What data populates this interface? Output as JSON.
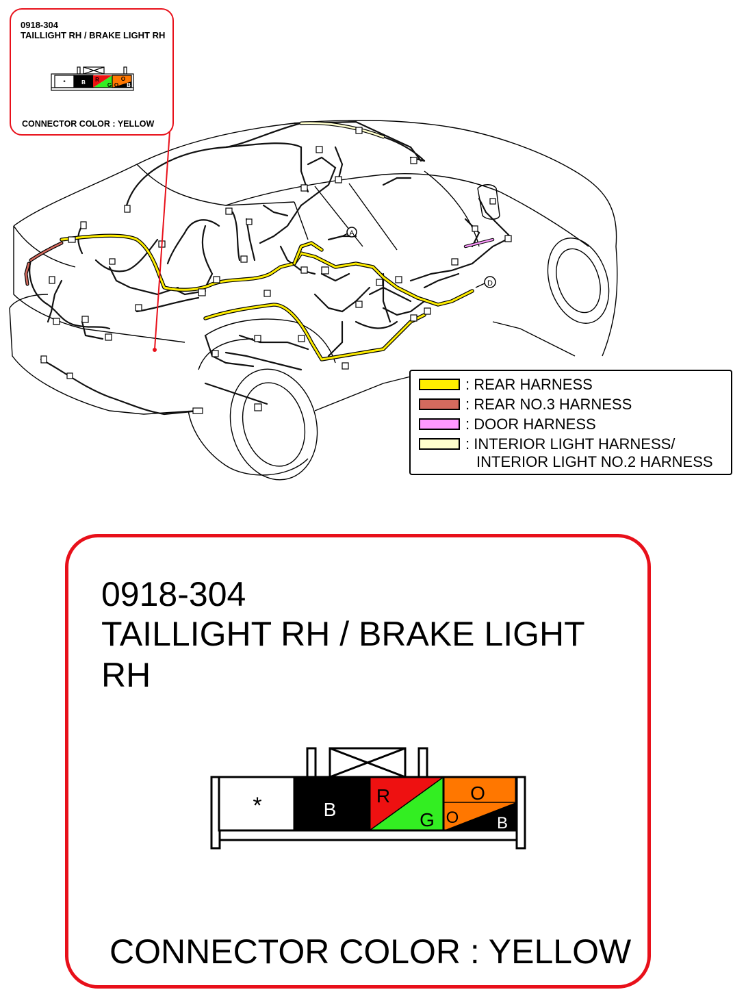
{
  "connector": {
    "code": "0918-304",
    "name": "TAILLIGHT RH / BRAKE LIGHT RH",
    "connector_color_label": "CONNECTOR COLOR : YELLOW",
    "pins": [
      {
        "label": "*",
        "fill": "#ffffff"
      },
      {
        "label": "B",
        "fill": "#000000"
      },
      {
        "label_top": "R",
        "label_bottom": "G",
        "fill_top": "#ee1111",
        "fill_bottom": "#33ee22"
      },
      {
        "label_top": "O",
        "label_mid": "O",
        "label_bottom": "B",
        "fill_top": "#ff7700",
        "fill_bottom": "#000000"
      }
    ]
  },
  "legend": {
    "items": [
      {
        "label": ": REAR HARNESS",
        "color": "#ffee00"
      },
      {
        "label": ": REAR NO.3 HARNESS",
        "color": "#d46a5e"
      },
      {
        "label": ": DOOR HARNESS",
        "color": "#ff99ff"
      },
      {
        "label": ": INTERIOR LIGHT HARNESS/",
        "label2": "INTERIOR LIGHT NO.2 HARNESS",
        "color": "#ffffcc"
      }
    ]
  },
  "markers": {
    "a": "A",
    "d": "D"
  },
  "colors": {
    "callout_border": "#e8101a",
    "rear_harness": "#ffee00"
  }
}
